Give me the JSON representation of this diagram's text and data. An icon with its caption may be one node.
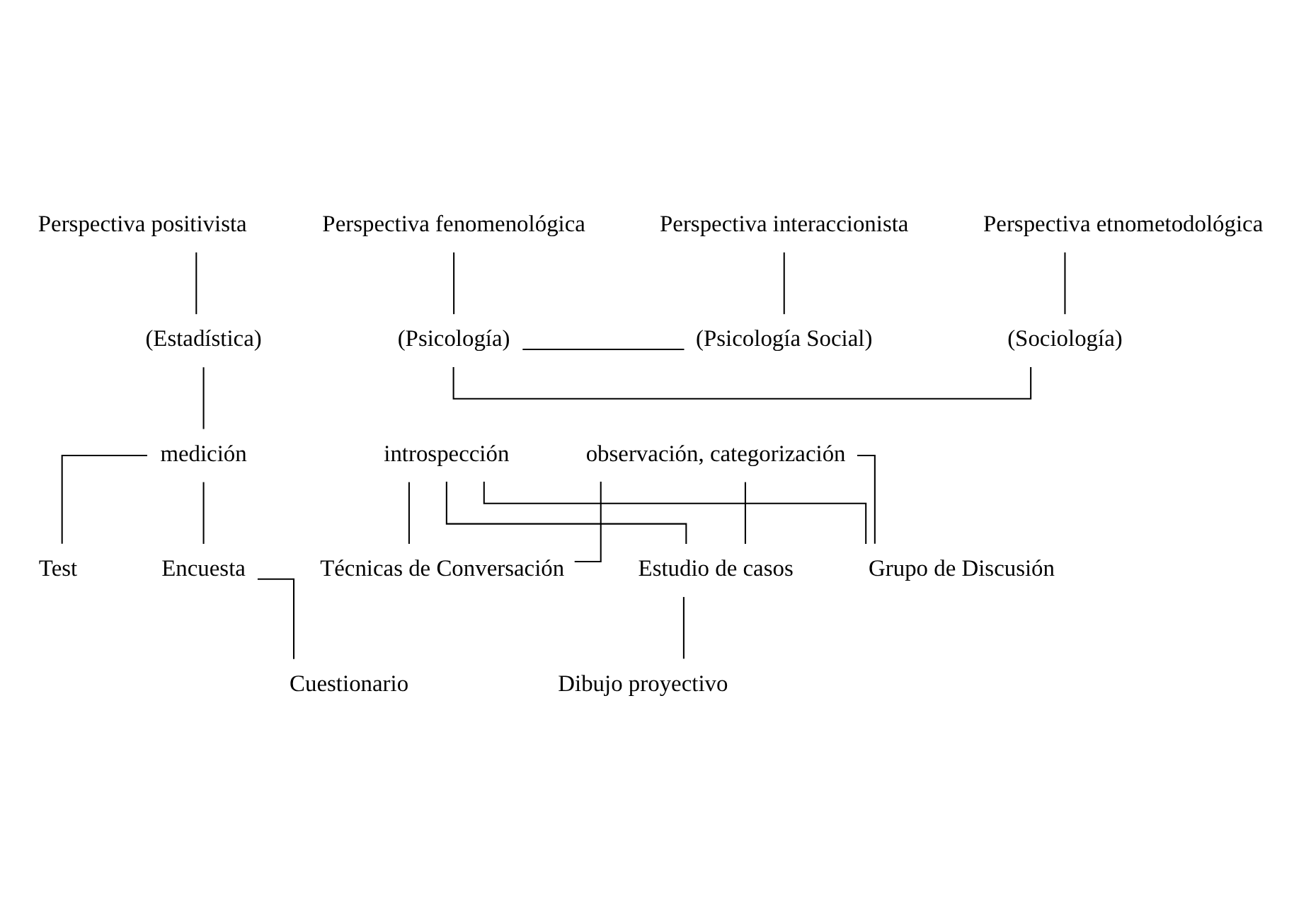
{
  "diagram": {
    "nodes": [
      {
        "text": [
          "Perspectiva positivista"
        ]
      },
      {
        "text": [
          "Perspectiva fenomenológica"
        ]
      },
      {
        "text": [
          "Perspectiva interaccionista"
        ]
      },
      {
        "text": [
          "Perspectiva etnometodológica"
        ]
      },
      {
        "text": [
          "(Estadística)"
        ]
      },
      {
        "text": [
          "(Psicología)"
        ]
      },
      {
        "text": [
          "(Psicología Social)"
        ]
      },
      {
        "text": [
          "(Sociología)"
        ]
      },
      {
        "text": [
          "medición"
        ]
      },
      {
        "text": [
          "introspección"
        ]
      },
      {
        "text": [
          "observación, categorización"
        ]
      },
      {
        "text": [
          "Test"
        ]
      },
      {
        "text": [
          "Encuesta"
        ]
      },
      {
        "text": [
          "Técnicas de Conversación"
        ]
      },
      {
        "text": [
          "Estudio de casos"
        ]
      },
      {
        "text": [
          "Grupo de Discusión"
        ]
      },
      {
        "text": [
          "Cuestionario"
        ]
      },
      {
        "text": [
          "Dibujo proyectivo"
        ]
      }
    ],
    "edges": [
      {
        "from": 0,
        "to": 4,
        "arrow": "none"
      },
      {
        "from": 1,
        "to": 5,
        "arrow": "none"
      },
      {
        "from": 2,
        "to": 6,
        "arrow": "none"
      },
      {
        "from": 3,
        "to": 7,
        "arrow": "none"
      },
      {
        "from": 6,
        "to": 5,
        "arrow": "none"
      },
      {
        "from": 7,
        "to": 5,
        "arrow": "none"
      },
      {
        "from": 4,
        "to": 8,
        "arrow": "none"
      },
      {
        "from": 8,
        "to": 11,
        "arrow": "none"
      },
      {
        "from": 8,
        "to": 12,
        "arrow": "none"
      },
      {
        "from": 9,
        "to": 13,
        "arrow": "none"
      },
      {
        "from": 9,
        "to": 14,
        "arrow": "none"
      },
      {
        "from": 9,
        "to": 15,
        "arrow": "none"
      },
      {
        "from": 10,
        "to": 13,
        "arrow": "none"
      },
      {
        "from": 10,
        "to": 14,
        "arrow": "none"
      },
      {
        "from": 10,
        "to": 15,
        "arrow": "none"
      },
      {
        "from": 12,
        "to": 16,
        "arrow": "none"
      },
      {
        "from": 14,
        "to": 17,
        "arrow": "none"
      }
    ]
  }
}
